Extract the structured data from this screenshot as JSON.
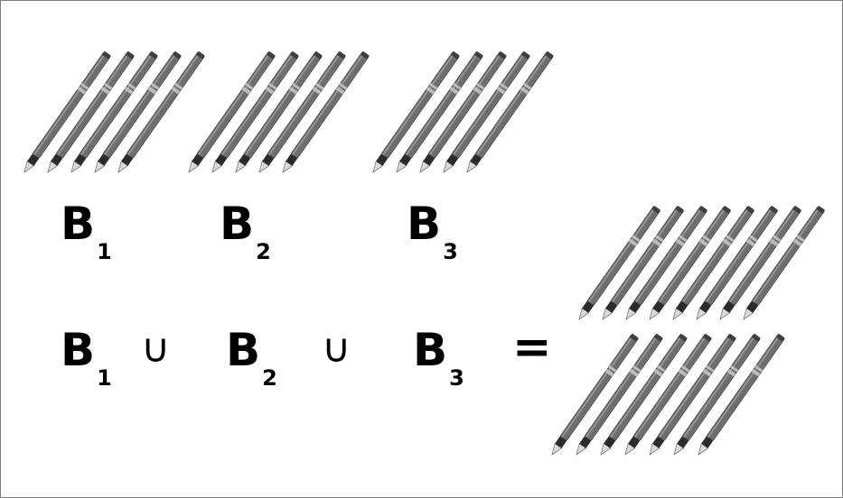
{
  "sets_row": [
    {
      "letter": "B",
      "index": "1"
    },
    {
      "letter": "B",
      "index": "2"
    },
    {
      "letter": "B",
      "index": "3"
    }
  ],
  "equation": {
    "terms": [
      {
        "letter": "B",
        "index": "1"
      },
      {
        "letter": "B",
        "index": "2"
      },
      {
        "letter": "B",
        "index": "3"
      }
    ],
    "union_symbol": "∪",
    "equals_symbol": "="
  },
  "groups": {
    "b1_pen_count": 5,
    "b2_pen_count": 5,
    "b3_pen_count": 5,
    "result_pen_count": 15
  },
  "colors": {
    "pen_body": "#6e6e6e",
    "pen_band": "#bcbcbc",
    "pen_tip": "#d9d9d9",
    "text": "#000000",
    "frame": "#7a7a7a"
  },
  "icons": [
    "pen-icon"
  ]
}
